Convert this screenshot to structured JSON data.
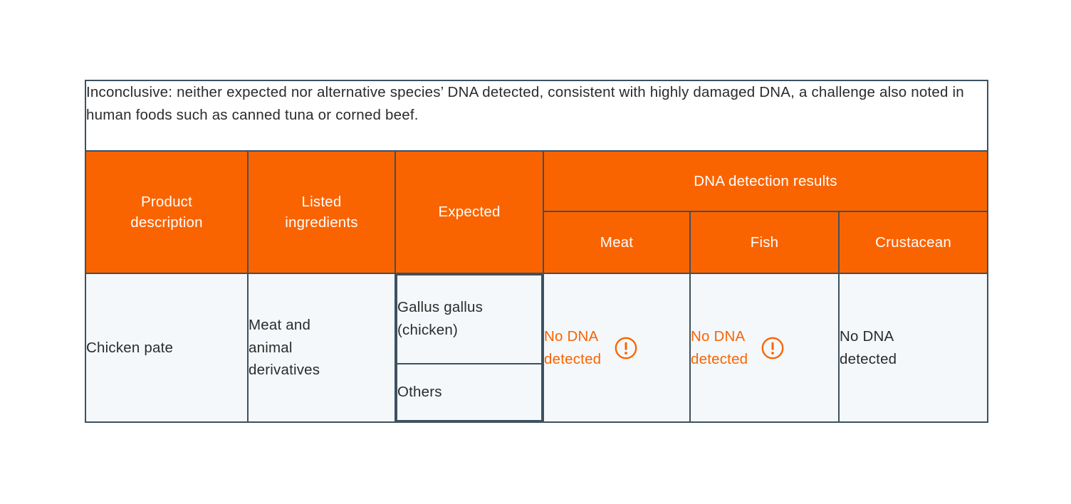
{
  "note": {
    "text": "Inconclusive: neither expected nor alternative species’ DNA detected, consistent with highly damaged DNA, a challenge also noted in human foods such as canned tuna or corned beef."
  },
  "table": {
    "headers": {
      "product_description": "Product description",
      "listed_ingredients": "Listed ingredients",
      "expected": "Expected",
      "dna_group": "DNA detection results",
      "meat": "Meat",
      "fish": "Fish",
      "crustacean": "Crustacean"
    },
    "rows": [
      {
        "product_description": "Chicken pate",
        "listed_ingredients": "Meat and animal derivatives",
        "expected_primary": "Gallus gallus (chicken)",
        "expected_secondary": "Others",
        "meat": {
          "text": "No DNA detected",
          "alert": true,
          "icon": "warning-exclamation-circle-icon"
        },
        "fish": {
          "text": "No DNA detected",
          "alert": true,
          "icon": "warning-exclamation-circle-icon"
        },
        "crustacean": {
          "text": "No DNA detected",
          "alert": false,
          "icon": ""
        }
      }
    ]
  },
  "colors": {
    "header_orange": "#FA6400",
    "alert_orange": "#FA6400",
    "border": "#3D5160",
    "cell_background": "#F4F8FB",
    "note_background": "#FFFFFF",
    "text": "#2B2B2B",
    "header_text": "#FFFFFF"
  }
}
